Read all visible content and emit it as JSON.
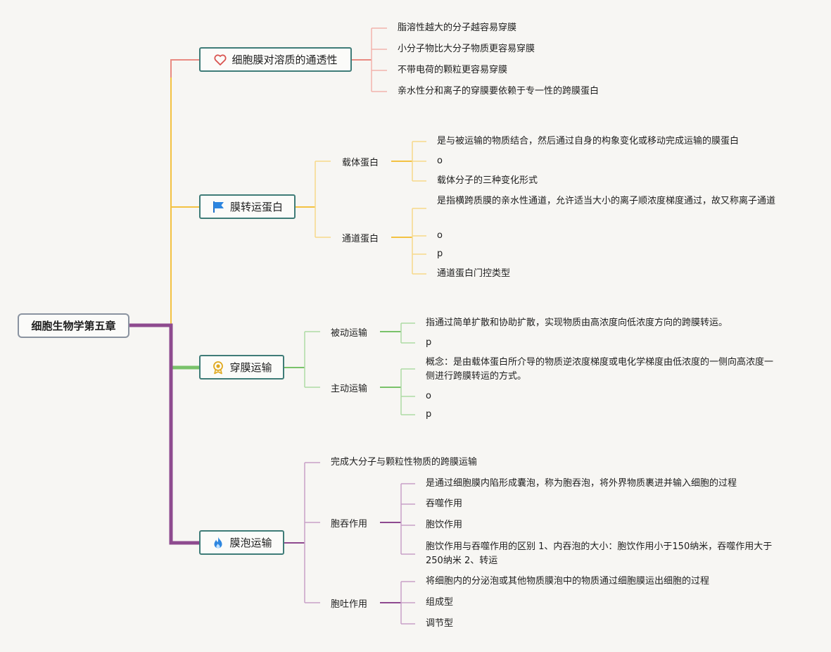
{
  "root": {
    "label": "细胞生物学第五章"
  },
  "branches": [
    {
      "label": "细胞膜对溶质的通透性",
      "icon": "heart-icon",
      "color": "#e98b82",
      "items": [
        "脂溶性越大的分子越容易穿膜",
        "小分子物比大分子物质更容易穿膜",
        "不带电荷的颗粒更容易穿膜",
        "亲水性分和离子的穿膜要依赖于专一性的跨膜蛋白"
      ]
    },
    {
      "label": "膜转运蛋白",
      "icon": "flag-icon",
      "color": "#f3c242",
      "subs": [
        {
          "label": "载体蛋白",
          "items": [
            "是与被运输的物质结合，然后通过自身的构象变化或移动完成运输的膜蛋白",
            "o",
            "载体分子的三种变化形式"
          ]
        },
        {
          "label": "通道蛋白",
          "items": [
            "是指横跨质膜的亲水性通道，允许适当大小的离子顺浓度梯度通过，故又称离子通道",
            "o",
            "p",
            "通道蛋白门控类型"
          ]
        }
      ]
    },
    {
      "label": "穿膜运输",
      "icon": "award-icon",
      "color": "#79c26a",
      "subs": [
        {
          "label": "被动运输",
          "items": [
            "指通过简单扩散和协助扩散，实现物质由高浓度向低浓度方向的跨膜转运。",
            "p"
          ]
        },
        {
          "label": "主动运输",
          "items": [
            "概念：是由载体蛋白所介导的物质逆浓度梯度或电化学梯度由低浓度的一侧向高浓度一侧进行跨膜转运的方式。",
            "o",
            "p"
          ]
        }
      ]
    },
    {
      "label": "膜泡运输",
      "icon": "fire-icon",
      "color": "#8e4a8f",
      "lead": "完成大分子与颗粒性物质的跨膜运输",
      "subs": [
        {
          "label": "胞吞作用",
          "items": [
            "是通过细胞膜内陷形成囊泡，称为胞吞泡，将外界物质裹进并输入细胞的过程",
            "吞噬作用",
            "胞饮作用",
            "胞饮作用与吞噬作用的区别 1、内吞泡的大小：胞饮作用小于150纳米，吞噬作用大于250纳米 2、转运"
          ]
        },
        {
          "label": "胞吐作用",
          "items": [
            "将细胞内的分泌泡或其他物质膜泡中的物质通过细胞膜运出细胞的过程",
            "组成型",
            "调节型"
          ]
        }
      ]
    }
  ]
}
